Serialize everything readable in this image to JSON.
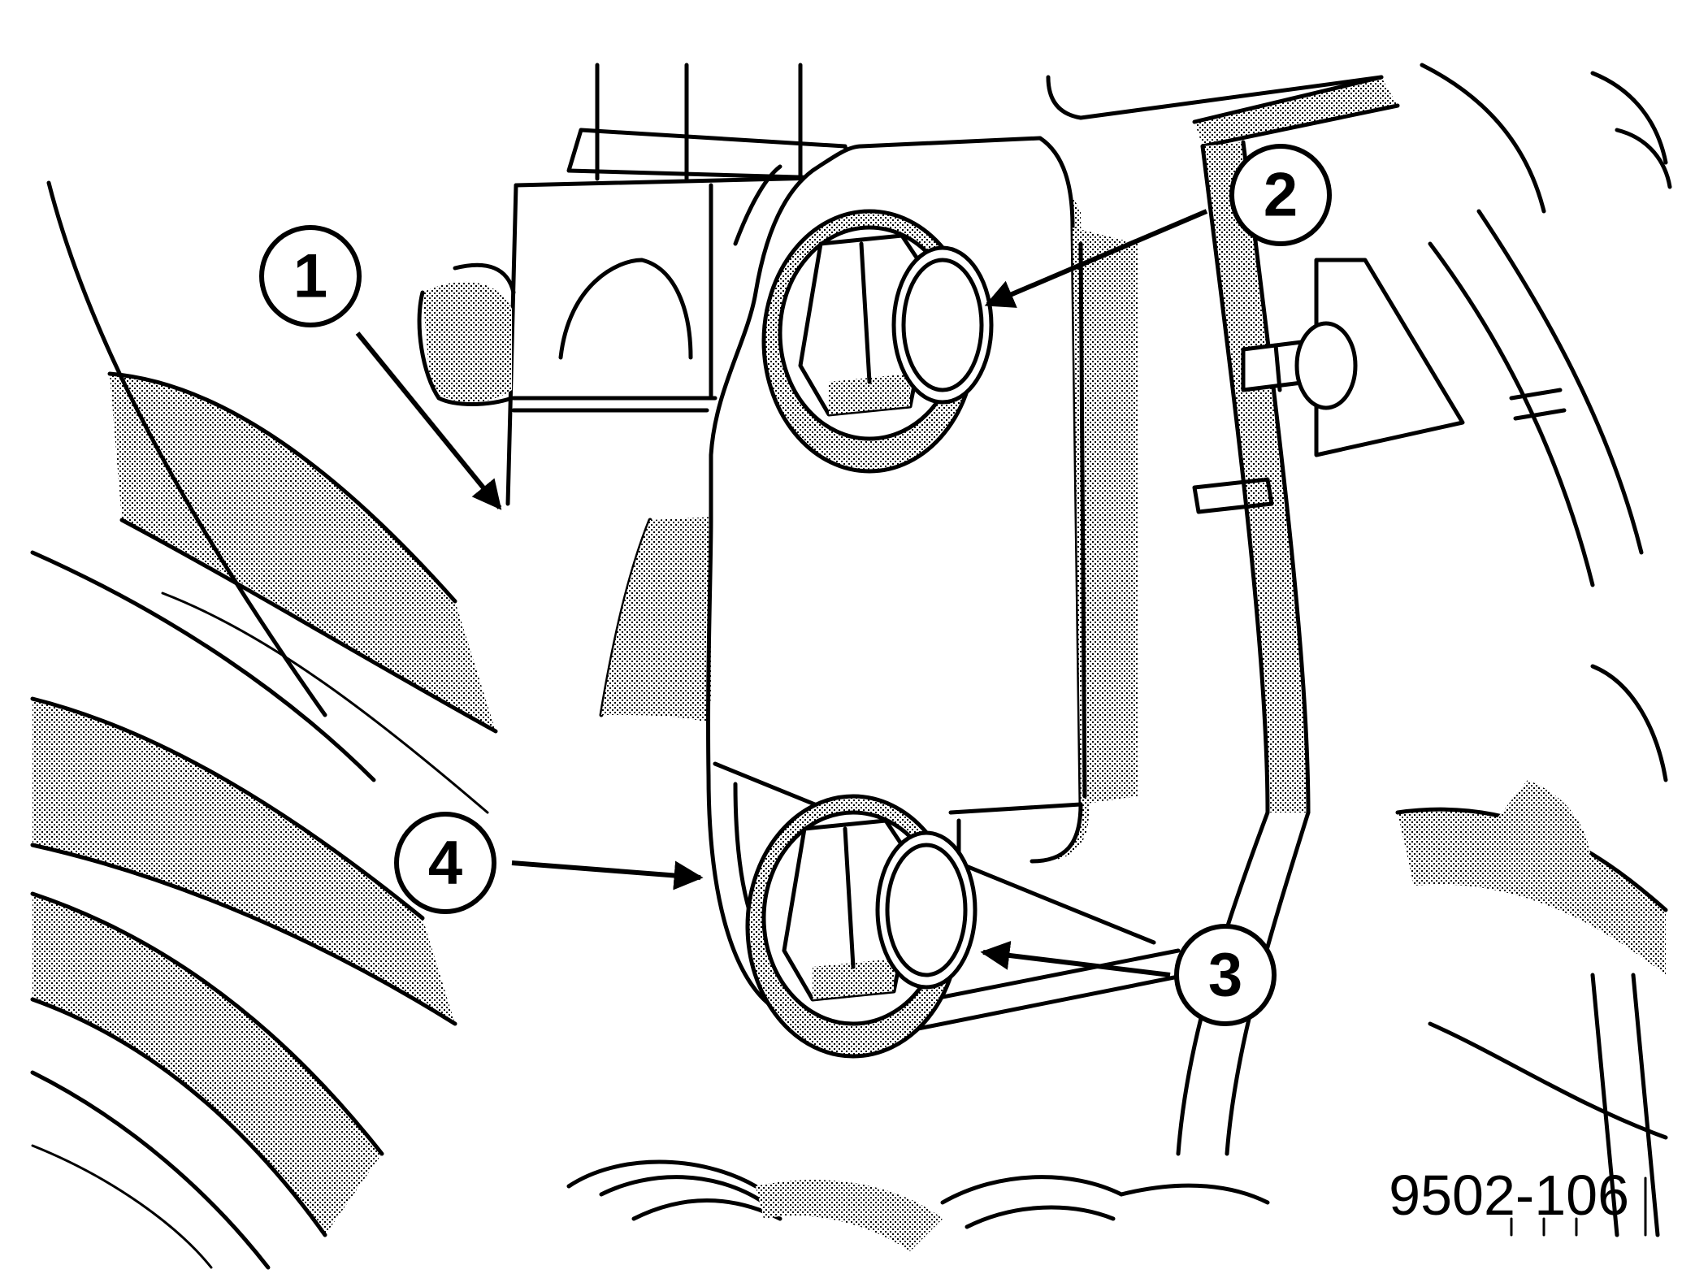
{
  "diagram": {
    "callouts": [
      {
        "id": "callout-1",
        "label": "1"
      },
      {
        "id": "callout-2",
        "label": "2"
      },
      {
        "id": "callout-3",
        "label": "3"
      },
      {
        "id": "callout-4",
        "label": "4"
      }
    ],
    "figure_id": "9502-106"
  }
}
